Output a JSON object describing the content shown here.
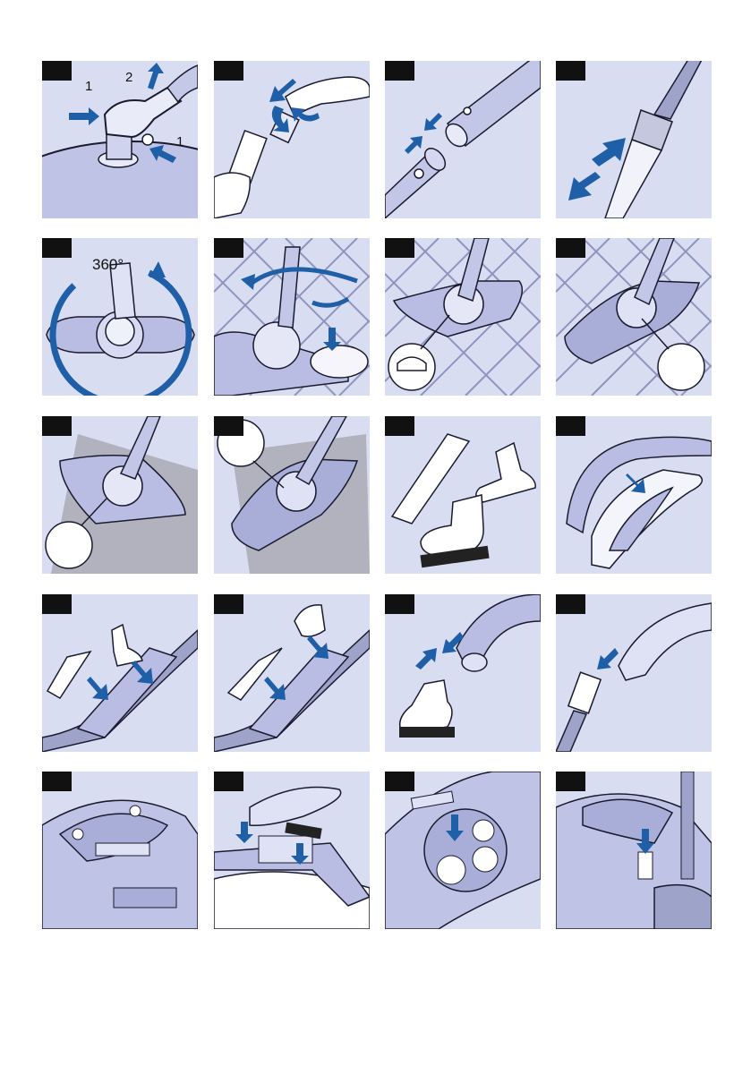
{
  "labels": {
    "step_1": "1",
    "step_2": "2",
    "step_3": "1",
    "rotation": "360°"
  },
  "colors": {
    "panel_bg": "#d9ddf1",
    "device": "#b8bde0",
    "device_dark": "#8c92c4",
    "outline": "#1a1a2e",
    "arrow": "#1f5fa8",
    "label_box": "#111111"
  },
  "icons": [
    "hose-connector-icon",
    "hose-handle-icon",
    "tube-join-icon",
    "telescopic-tube-icon",
    "floor-nozzle-rotate-icon",
    "floor-nozzle-turn-icon",
    "hard-floor-nozzle-icon",
    "hard-floor-nozzle-alt-icon",
    "carpet-nozzle-icon",
    "carpet-nozzle-alt-icon",
    "accessory-tools-icon",
    "accessory-holder-icon",
    "tool-storage-icon",
    "brush-storage-icon",
    "dusting-brush-fit-icon",
    "small-brush-fit-icon",
    "appliance-control-icon",
    "battery-insert-icon",
    "remote-control-icon",
    "parking-position-icon"
  ]
}
